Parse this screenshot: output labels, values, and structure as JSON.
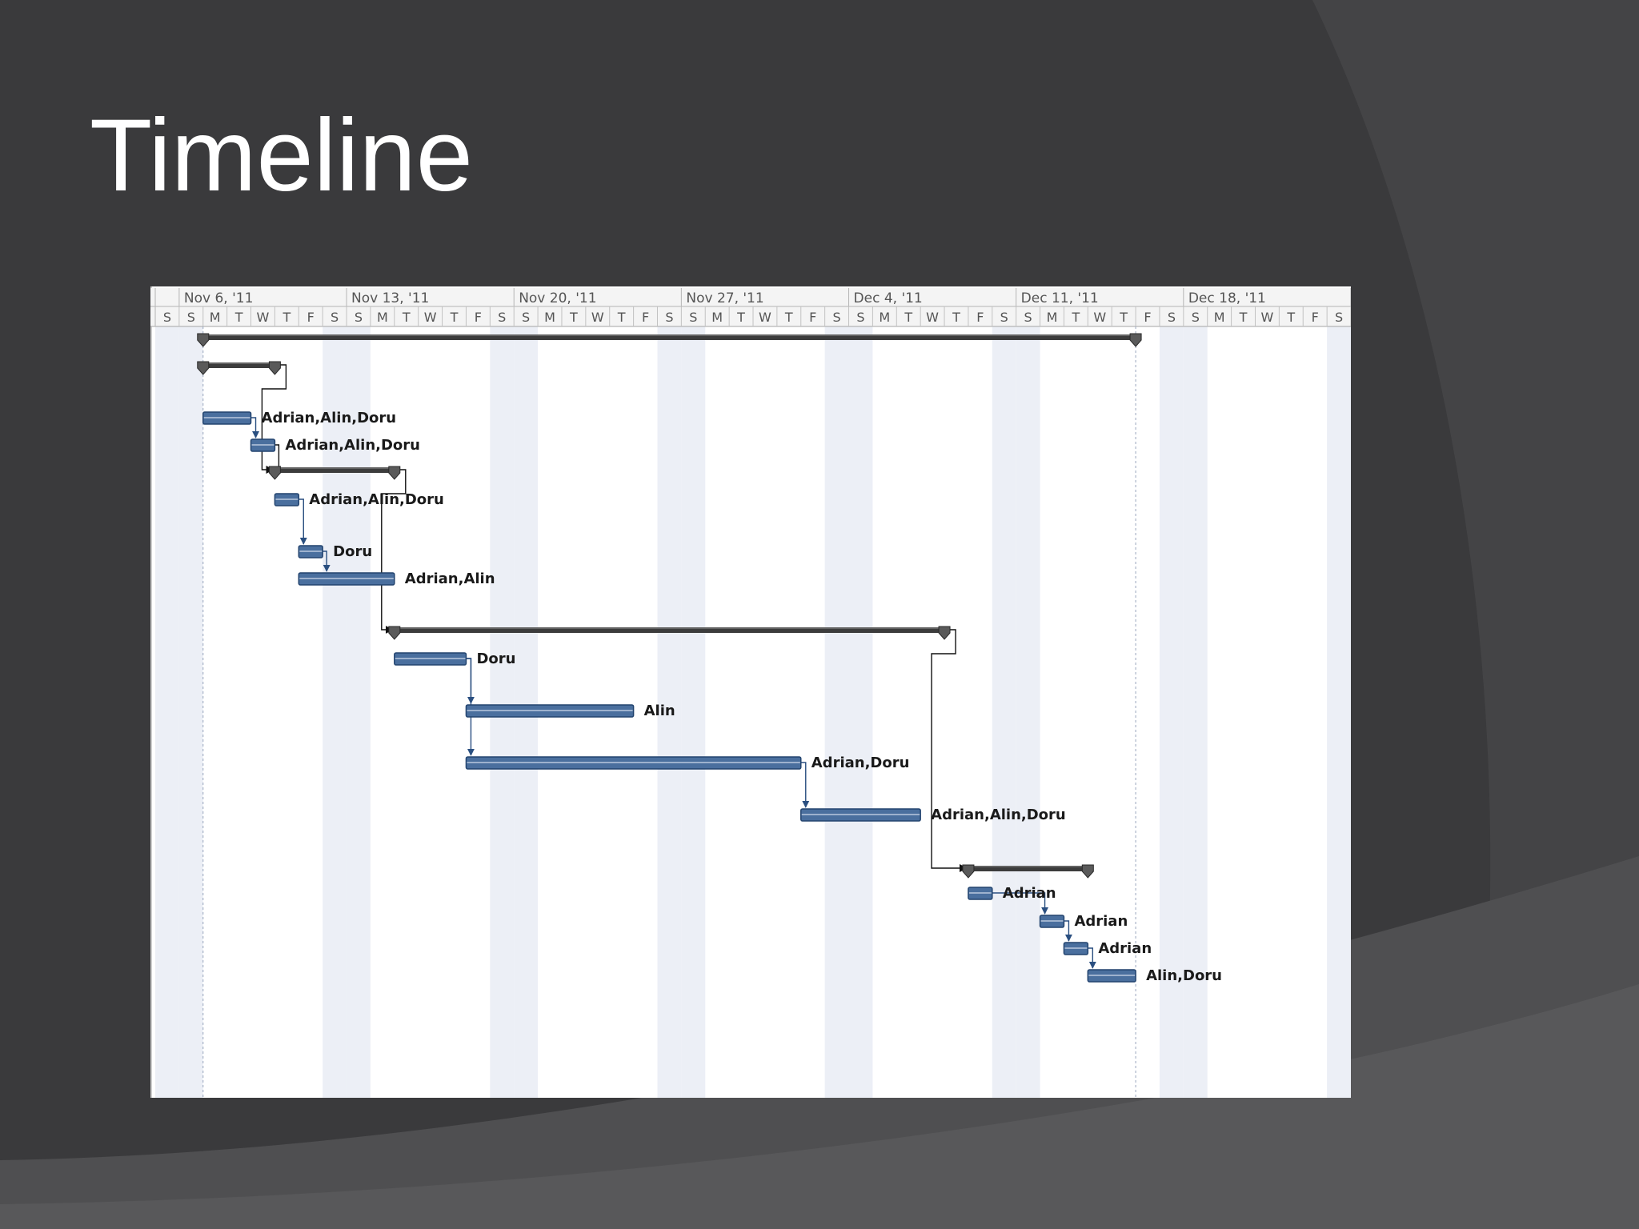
{
  "slide": {
    "title": "Timeline"
  },
  "colors": {
    "background": "#3a3a3c",
    "background_shape": "#4a4a4c",
    "task_bar": "#4a6f9e",
    "task_bar_dark": "#23446f",
    "summary_bar": "#3c3c3c",
    "weekend_band": "#eceff6",
    "header_text": "#555555",
    "label_text": "#1a1a1a"
  },
  "chart_data": {
    "type": "gantt",
    "weeks": [
      "Nov 6, '11",
      "Nov 13, '11",
      "Nov 20, '11",
      "Nov 27, '11",
      "Dec 4, '11",
      "Dec 11, '11",
      "Dec 18, '11",
      "Dec"
    ],
    "day_letters": [
      "S",
      "M",
      "T",
      "W",
      "T",
      "F",
      "S"
    ],
    "time_range": [
      "2011-11-05",
      "2011-12-25"
    ],
    "project_start": "2011-11-07",
    "project_finish": "2011-12-15",
    "rows": [
      {
        "kind": "summary",
        "start": "2011-11-07",
        "finish": "2011-12-15"
      },
      {
        "kind": "summary",
        "start": "2011-11-07",
        "finish": "2011-11-09"
      },
      {
        "kind": "task",
        "start": "2011-11-07",
        "finish": "2011-11-08",
        "resources": "Adrian,Alin,Doru"
      },
      {
        "kind": "task",
        "start": "2011-11-09",
        "finish": "2011-11-09",
        "resources": "Adrian,Alin,Doru"
      },
      {
        "kind": "summary",
        "start": "2011-11-10",
        "finish": "2011-11-14"
      },
      {
        "kind": "task",
        "start": "2011-11-10",
        "finish": "2011-11-10",
        "resources": "Adrian,Alin,Doru"
      },
      {
        "kind": "task",
        "start": "2011-11-11",
        "finish": "2011-11-11",
        "resources": "Doru"
      },
      {
        "kind": "task",
        "start": "2011-11-11",
        "finish": "2011-11-14",
        "resources": "Adrian,Alin"
      },
      {
        "kind": "summary",
        "start": "2011-11-15",
        "finish": "2011-12-07"
      },
      {
        "kind": "task",
        "start": "2011-11-15",
        "finish": "2011-11-17",
        "resources": "Doru"
      },
      {
        "kind": "task",
        "start": "2011-11-18",
        "finish": "2011-11-24",
        "resources": "Alin"
      },
      {
        "kind": "task",
        "start": "2011-11-18",
        "finish": "2011-12-01",
        "resources": "Adrian,Doru"
      },
      {
        "kind": "task",
        "start": "2011-12-02",
        "finish": "2011-12-06",
        "resources": "Adrian,Alin,Doru"
      },
      {
        "kind": "summary",
        "start": "2011-12-09",
        "finish": "2011-12-13"
      },
      {
        "kind": "task",
        "start": "2011-12-09",
        "finish": "2011-12-09",
        "resources": "Adrian"
      },
      {
        "kind": "task",
        "start": "2011-12-12",
        "finish": "2011-12-12",
        "resources": "Adrian"
      },
      {
        "kind": "task",
        "start": "2011-12-13",
        "finish": "2011-12-13",
        "resources": "Adrian"
      },
      {
        "kind": "task",
        "start": "2011-12-14",
        "finish": "2011-12-15",
        "resources": "Alin,Doru"
      }
    ],
    "links": [
      [
        1,
        4
      ],
      [
        2,
        3
      ],
      [
        3,
        4
      ],
      [
        4,
        8
      ],
      [
        5,
        6
      ],
      [
        6,
        7
      ],
      [
        9,
        10
      ],
      [
        9,
        11
      ],
      [
        11,
        12
      ],
      [
        8,
        13
      ],
      [
        14,
        15
      ],
      [
        15,
        16
      ],
      [
        16,
        17
      ]
    ]
  }
}
